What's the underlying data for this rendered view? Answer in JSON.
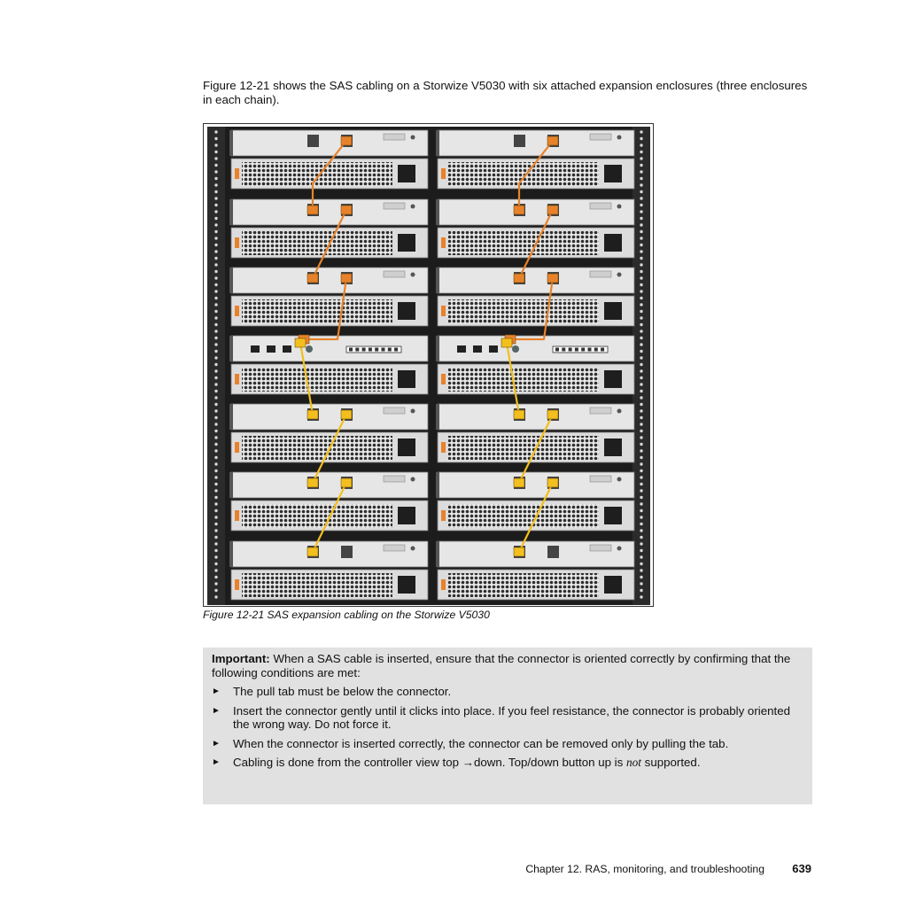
{
  "intro": "Figure 12-21 shows the SAS cabling on a Storwize V5030 with six attached expansion enclosures (three enclosures in each chain).",
  "figure": {
    "caption": "Figure 12-21   SAS expansion cabling on the Storwize V5030",
    "colors": {
      "rack": "#2b2b2b",
      "chassis_face": "#e6e6e6",
      "psu_grille": "#3a3a3a",
      "cable_upper": "#e8822a",
      "cable_lower": "#f2bf1e"
    }
  },
  "note": {
    "label": "Important:",
    "text": " When a SAS cable is inserted, ensure that the connector is oriented correctly by confirming that the following conditions are met:",
    "bullet_symbol": "►",
    "items": [
      "The pull tab must be below the connector.",
      "Insert the connector gently until it clicks into place. If you feel resistance, the connector is probably oriented the wrong way. Do not force it.",
      "When the connector is inserted correctly, the connector can be removed only by pulling the tab."
    ],
    "last_item": {
      "before": "Cabling is done from the controller view top ",
      "arrow": "→",
      "middle": "down. Top/down button up is ",
      "emphasis": "not",
      "after": " supported."
    }
  },
  "footer": {
    "title": "Chapter 12. RAS, monitoring, and troubleshooting",
    "page_number": "639"
  }
}
